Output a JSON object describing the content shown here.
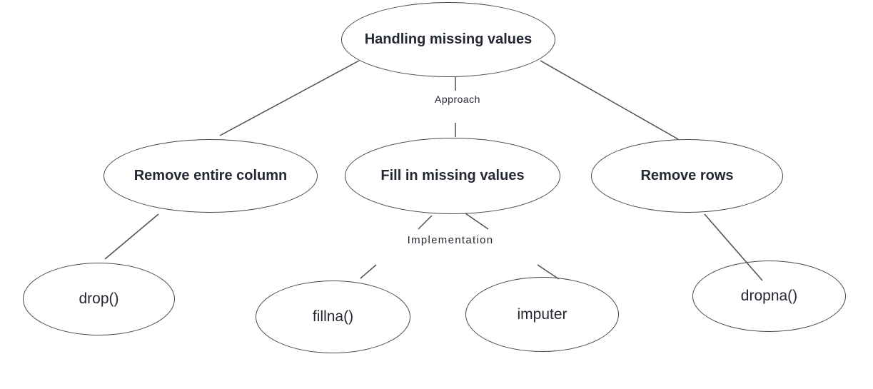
{
  "diagram": {
    "type": "tree",
    "topic": "Handling missing values decision tree"
  },
  "nodes": {
    "root": {
      "label": "Handling missing values"
    },
    "remove_column": {
      "label": "Remove entire column"
    },
    "fill_values": {
      "label": "Fill in missing values"
    },
    "remove_rows": {
      "label": "Remove rows"
    },
    "drop": {
      "label": "drop()"
    },
    "fillna": {
      "label": "fillna()"
    },
    "imputer": {
      "label": "imputer"
    },
    "dropna": {
      "label": "dropna()"
    }
  },
  "edge_labels": {
    "approach": "Approach",
    "implementation": "Implementation"
  },
  "edges": [
    {
      "from": "root",
      "to": "remove_column"
    },
    {
      "from": "root",
      "to": "fill_values",
      "label": "Approach"
    },
    {
      "from": "root",
      "to": "remove_rows"
    },
    {
      "from": "remove_column",
      "to": "drop"
    },
    {
      "from": "fill_values",
      "to": "fillna",
      "label": "Implementation"
    },
    {
      "from": "fill_values",
      "to": "imputer",
      "label": "Implementation"
    },
    {
      "from": "remove_rows",
      "to": "dropna"
    }
  ],
  "colors": {
    "background": "#ffffff",
    "node_border": "#474747",
    "connector": "#4f4f4f",
    "text": "#232833"
  }
}
